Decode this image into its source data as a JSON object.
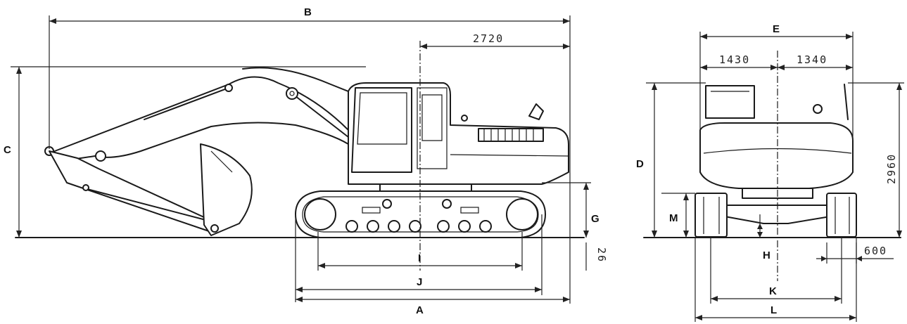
{
  "labels": {
    "A": "A",
    "B": "B",
    "C": "C",
    "D": "D",
    "E": "E",
    "G": "G",
    "H": "H",
    "I": "I",
    "J": "J",
    "K": "K",
    "L": "L",
    "M": "M"
  },
  "values": {
    "v2720": "2720",
    "v1430": "1430",
    "v1340": "1340",
    "v2960": "2960",
    "v600": "600",
    "v26": "26"
  }
}
